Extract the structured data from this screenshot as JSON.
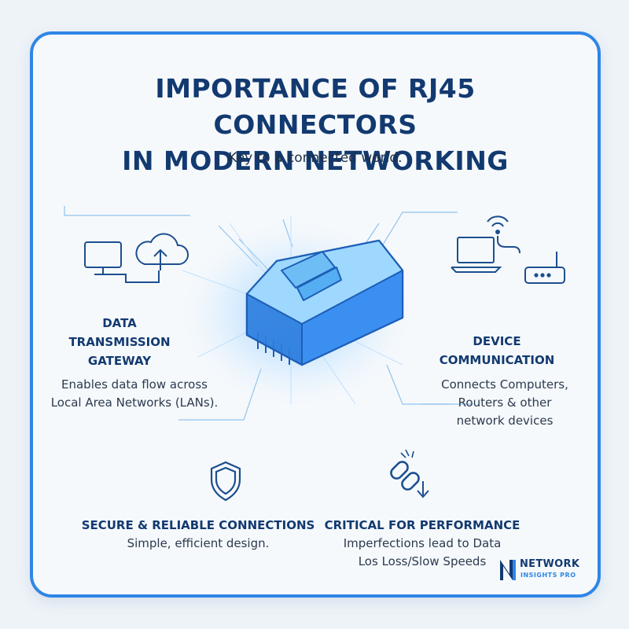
{
  "title_line1": "IMPORTANCE OF RJ45 CONNECTORS",
  "title_line2": "IN MODERN NETWORKING",
  "subtitle": "Key to a connected world.",
  "sections": {
    "data_gateway": {
      "heading": [
        "DATA",
        "TRANSMISSION",
        "GATEWAY"
      ],
      "text": [
        "Enables data flow across",
        "Local Area Networks (LANs)."
      ],
      "icons": [
        "monitor-icon",
        "cloud-upload-icon"
      ]
    },
    "device_communication": {
      "heading": [
        "DEVICE",
        "COMMUNICATION"
      ],
      "text": [
        "Connects Computers,",
        "Routers & other",
        "network devices"
      ],
      "icons": [
        "wifi-icon",
        "laptop-icon",
        "router-icon"
      ]
    },
    "secure": {
      "heading": "SECURE & RELIABLE CONNECTIONS",
      "text": "Simple, efficient design.",
      "icons": [
        "shield-icon"
      ]
    },
    "performance": {
      "heading": "CRITICAL FOR PERFORMANCE",
      "text": [
        "Imperfections lead to Data",
        "Los Loss/Slow Speeds"
      ],
      "icons": [
        "broken-link-icon",
        "down-arrow-icon"
      ]
    }
  },
  "logo": {
    "mark": "N",
    "name": "NETWORK",
    "sub": "INSIGHTS PRO"
  },
  "colors": {
    "frame": "#2f86e6",
    "heading": "#123a70",
    "connector": "#3b8ff0",
    "glow": "#7cc4ff"
  },
  "center_icon": "rj45-connector-icon"
}
